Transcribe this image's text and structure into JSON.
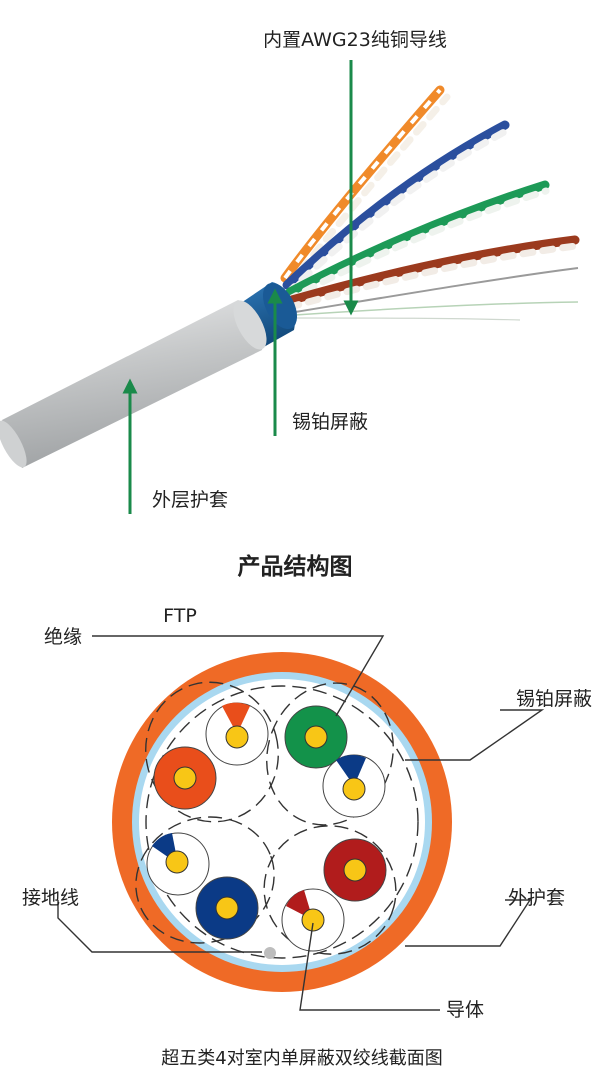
{
  "top_diagram": {
    "labels": {
      "conductor": "内置AWG23纯铜导线",
      "foil_shield": "锡铂屏蔽",
      "outer_jacket": "外层护套"
    },
    "colors": {
      "arrow": "#1a8a4a",
      "jacket": "#c9cbcc",
      "shield": "#1f5f9a"
    },
    "pairs": [
      "orange",
      "blue",
      "green",
      "brown"
    ]
  },
  "section_title": "产品结构图",
  "cross_section": {
    "labels": {
      "type": "FTP",
      "insulation": "绝缘",
      "foil_shield": "锡铂屏蔽",
      "drain_wire": "接地线",
      "outer_sheath": "外护套",
      "conductor": "导体"
    },
    "colors": {
      "sheath": "#ef6a26",
      "foil": "#a9d8f0",
      "conductor": "#f8c616",
      "orange": "#e94e1b",
      "green": "#13924a",
      "brown": "#b11c1c",
      "blue": "#0b3a86",
      "drain": "#bdbdbd"
    }
  },
  "caption": "超五类4对室内单屏蔽双绞线截面图"
}
